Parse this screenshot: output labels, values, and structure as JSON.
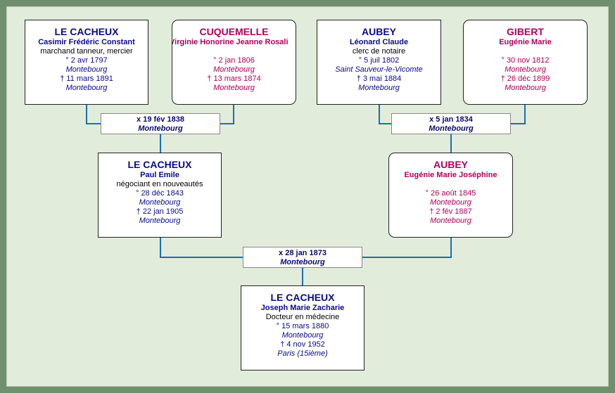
{
  "persons": {
    "p1": {
      "surname": "LE CACHEUX",
      "given": "Casimir Frédéric Constant",
      "occupation": "marchand tanneur, mercier",
      "birth_date": "° 2 avr 1797",
      "birth_place": "Montebourg",
      "death_date": "† 11 mars 1891",
      "death_place": "Montebourg"
    },
    "p2": {
      "surname": "CUQUEMELLE",
      "given": "Virginie Honorine Jeanne Rosali",
      "occupation": "",
      "birth_date": "° 2 jan 1806",
      "birth_place": "Montebourg",
      "death_date": "† 13 mars 1874",
      "death_place": "Montebourg"
    },
    "p3": {
      "surname": "AUBEY",
      "given": "Léonard Claude",
      "occupation": "clerc de notaire",
      "birth_date": "° 5 juil 1802",
      "birth_place": "Saint Sauveur-le-Vicomte",
      "death_date": "† 3 mai 1884",
      "death_place": "Montebourg"
    },
    "p4": {
      "surname": "GIBERT",
      "given": "Eugénie Marie",
      "occupation": "",
      "birth_date": "° 30 nov 1812",
      "birth_place": "Montebourg",
      "death_date": "† 26 déc 1899",
      "death_place": "Montebourg"
    },
    "p5": {
      "surname": "LE CACHEUX",
      "given": "Paul Emile",
      "occupation": "négociant en nouveautés",
      "birth_date": "° 28 déc 1843",
      "birth_place": "Montebourg",
      "death_date": "† 22 jan 1905",
      "death_place": "Montebourg"
    },
    "p6": {
      "surname": "AUBEY",
      "given": "Eugénie Marie Joséphine",
      "occupation": "",
      "birth_date": "° 26 août 1845",
      "birth_place": "Montebourg",
      "death_date": "† 2 fév 1887",
      "death_place": "Montebourg"
    },
    "p7": {
      "surname": "LE CACHEUX",
      "given": "Joseph Marie Zacharie",
      "occupation": "Docteur en médecine",
      "birth_date": "° 15 mars 1880",
      "birth_place": "Montebourg",
      "death_date": "† 4 nov 1952",
      "death_place": "Paris (15ième)"
    }
  },
  "unions": {
    "u1": {
      "date": "x 19 fév 1838",
      "place": "Montebourg"
    },
    "u2": {
      "date": "x 5 jan 1834",
      "place": "Montebourg"
    },
    "u3": {
      "date": "x 28 jan 1873",
      "place": "Montebourg"
    }
  },
  "colors": {
    "male": "#0a0a8a",
    "female": "#b0005a",
    "connector": "#1a6fb5",
    "frame": "#6f8f6f",
    "background": "#e2ecda"
  }
}
